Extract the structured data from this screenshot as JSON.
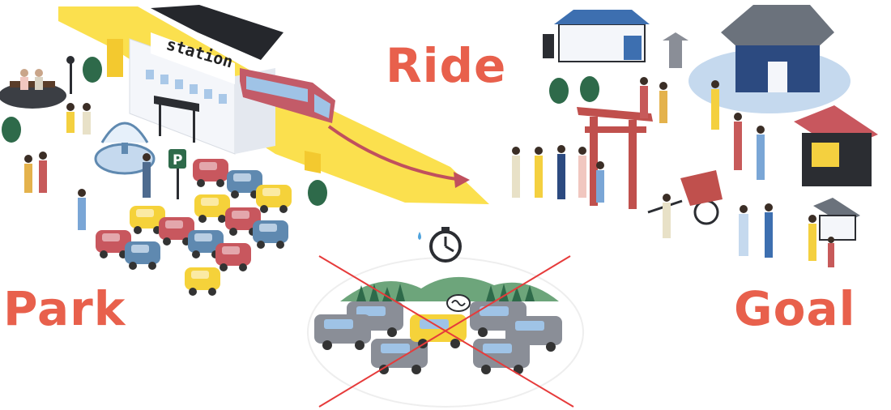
{
  "labels": {
    "ride": "Ride",
    "park": "Park",
    "goal": "Goal"
  },
  "station_sign": "station",
  "parking_sign": "P",
  "colors": {
    "label": "#e8604c",
    "track": "#fbe04e",
    "train": "#c35b68",
    "cross": "#e63b3b",
    "car_red": "#c8575e",
    "car_blue": "#5f89b0",
    "car_yellow": "#f5d23a",
    "car_gray": "#8a8e97",
    "torii": "#c0504d",
    "tree": "#2e6a4a"
  }
}
